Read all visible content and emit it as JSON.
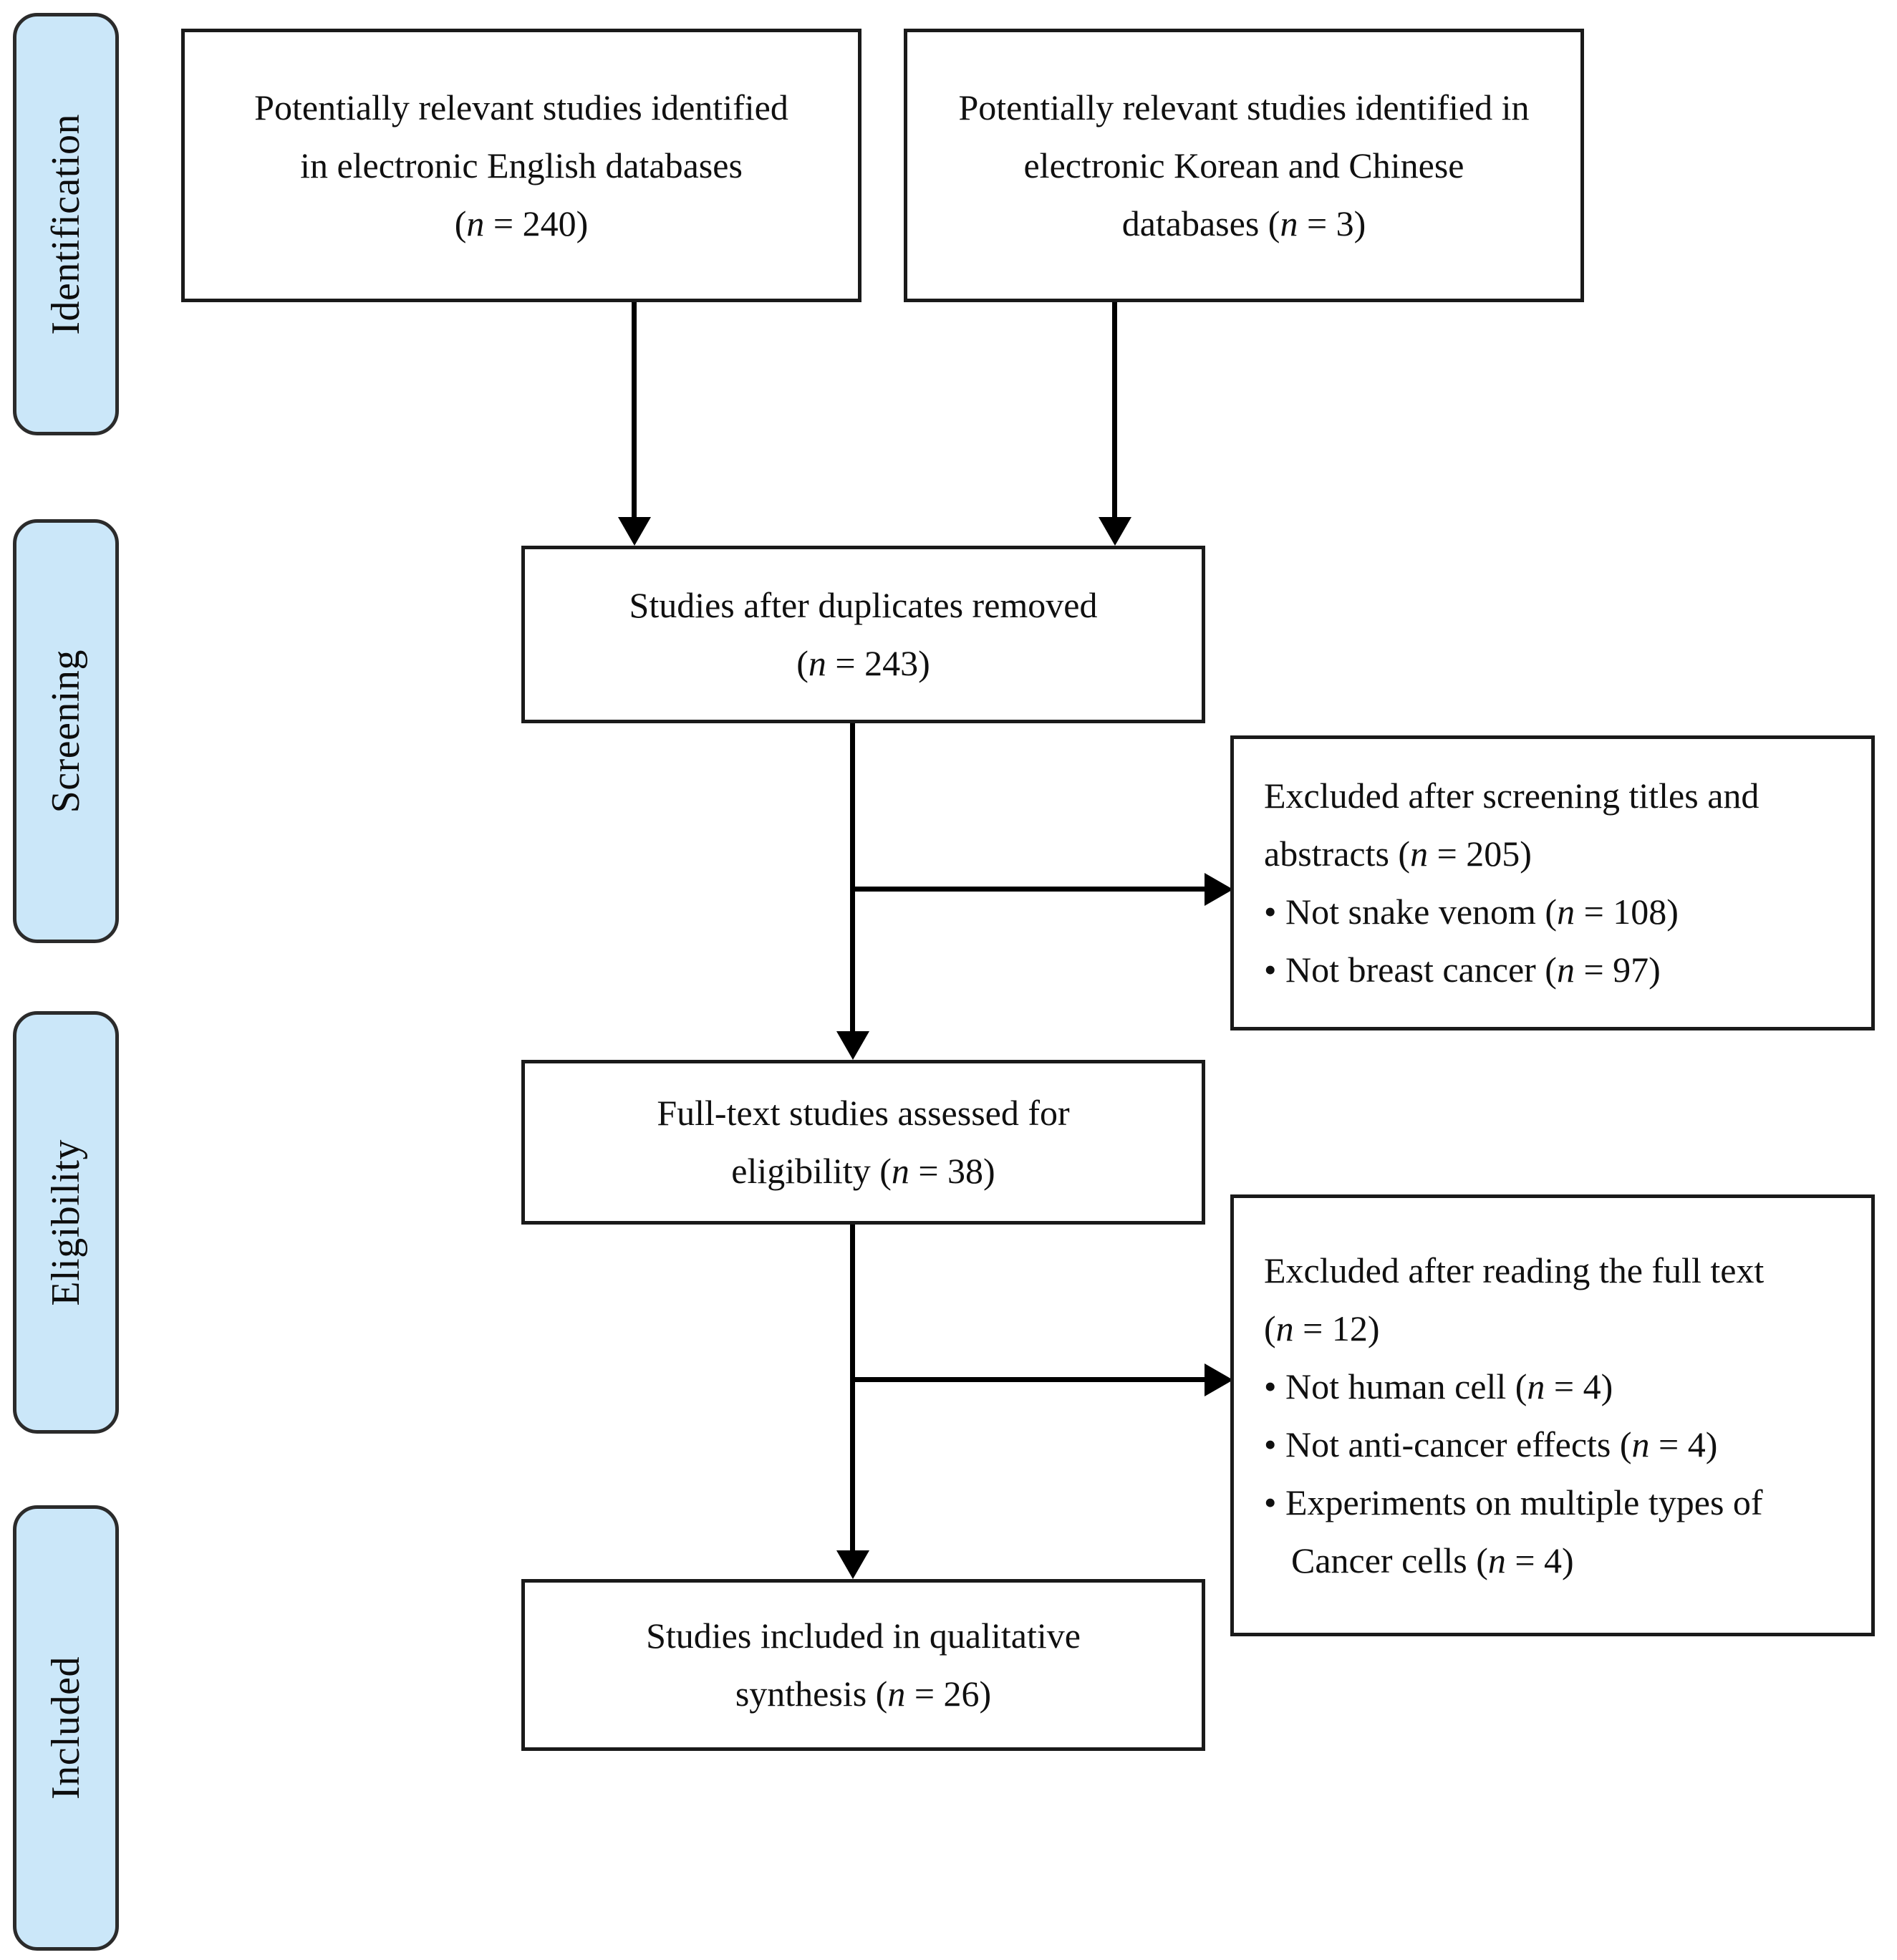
{
  "diagram": {
    "type": "prisma-flow-diagram",
    "accent_color": "#cbe7f9",
    "border_color": "#1a1a1a",
    "stages": [
      {
        "id": "identification",
        "label": "Identification"
      },
      {
        "id": "screening",
        "label": "Screening"
      },
      {
        "id": "eligibility",
        "label": "Eligibility"
      },
      {
        "id": "included",
        "label": "Included"
      }
    ],
    "boxes": {
      "english_databases": {
        "line1": "Potentially relevant studies identified",
        "line2": "in electronic English databases",
        "line3_prefix": "(",
        "line3_italic": "n",
        "line3_suffix": " = 240)"
      },
      "korean_chinese_databases": {
        "line1": "Potentially relevant studies identified in",
        "line2": "electronic Korean and Chinese",
        "line3_prefix": "databases (",
        "line3_italic": "n",
        "line3_suffix": " = 3)"
      },
      "duplicates_removed": {
        "line1": "Studies after duplicates removed",
        "line2_prefix": "(",
        "line2_italic": "n",
        "line2_suffix": " = 243)"
      },
      "excluded_screening": {
        "line1": "Excluded after screening titles and",
        "line2_prefix": "abstracts (",
        "line2_italic": "n",
        "line2_suffix": " = 205)",
        "bullet1_prefix": "• Not snake venom (",
        "bullet1_italic": "n",
        "bullet1_suffix": " = 108)",
        "bullet2_prefix": "• Not breast cancer (",
        "bullet2_italic": "n",
        "bullet2_suffix": " = 97)"
      },
      "full_text_assessed": {
        "line1": "Full-text studies assessed for",
        "line2_prefix": "eligibility (",
        "line2_italic": "n",
        "line2_suffix": " = 38)"
      },
      "excluded_full_text": {
        "line1": "Excluded after reading the full text",
        "line2_prefix": "(",
        "line2_italic": "n",
        "line2_suffix": " = 12)",
        "bullet1_prefix": "• Not human cell (",
        "bullet1_italic": "n",
        "bullet1_suffix": " = 4)",
        "bullet2_prefix": "• Not anti-cancer effects (",
        "bullet2_italic": "n",
        "bullet2_suffix": " = 4)",
        "bullet3_prefix": "• Experiments on multiple types of",
        "bullet3_cont_prefix": "Cancer cells (",
        "bullet3_cont_italic": "n",
        "bullet3_cont_suffix": " = 4)"
      },
      "qualitative_synthesis": {
        "line1": "Studies included in qualitative",
        "line2_prefix": "synthesis (",
        "line2_italic": "n",
        "line2_suffix": " = 26)"
      }
    }
  }
}
